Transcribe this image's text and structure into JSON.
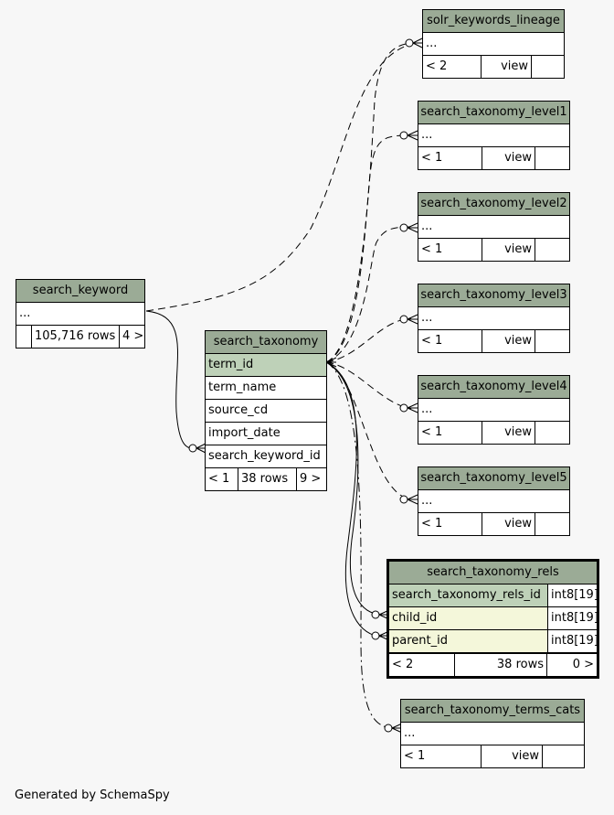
{
  "tables": {
    "solr_keywords_lineage": {
      "name": "solr_keywords_lineage",
      "rows": [
        "..."
      ],
      "foot": [
        "< 2",
        "view",
        ""
      ]
    },
    "search_taxonomy_level1": {
      "name": "search_taxonomy_level1",
      "rows": [
        "..."
      ],
      "foot": [
        "< 1",
        "view",
        ""
      ]
    },
    "search_taxonomy_level2": {
      "name": "search_taxonomy_level2",
      "rows": [
        "..."
      ],
      "foot": [
        "< 1",
        "view",
        ""
      ]
    },
    "search_taxonomy_level3": {
      "name": "search_taxonomy_level3",
      "rows": [
        "..."
      ],
      "foot": [
        "< 1",
        "view",
        ""
      ]
    },
    "search_taxonomy_level4": {
      "name": "search_taxonomy_level4",
      "rows": [
        "..."
      ],
      "foot": [
        "< 1",
        "view",
        ""
      ]
    },
    "search_taxonomy_level5": {
      "name": "search_taxonomy_level5",
      "rows": [
        "..."
      ],
      "foot": [
        "< 1",
        "view",
        ""
      ]
    },
    "search_keyword": {
      "name": "search_keyword",
      "rows": [
        "..."
      ],
      "foot": [
        "",
        "105,716 rows",
        "4 >"
      ]
    },
    "search_taxonomy": {
      "name": "search_taxonomy",
      "rows": [
        "term_id",
        "term_name",
        "source_cd",
        "import_date",
        "search_keyword_id"
      ],
      "foot": [
        "< 1",
        "38 rows",
        "9 >"
      ]
    },
    "search_taxonomy_rels": {
      "name": "search_taxonomy_rels",
      "rows": [
        {
          "name": "search_taxonomy_rels_id",
          "type": "int8[19]"
        },
        {
          "name": "child_id",
          "type": "int8[19]"
        },
        {
          "name": "parent_id",
          "type": "int8[19]"
        }
      ],
      "foot": [
        "< 2",
        "38 rows",
        "0 >"
      ]
    },
    "search_taxonomy_terms_cats": {
      "name": "search_taxonomy_terms_cats",
      "rows": [
        "..."
      ],
      "foot": [
        "< 1",
        "view",
        ""
      ]
    }
  },
  "footer": {
    "generated_by": "Generated by SchemaSpy"
  }
}
